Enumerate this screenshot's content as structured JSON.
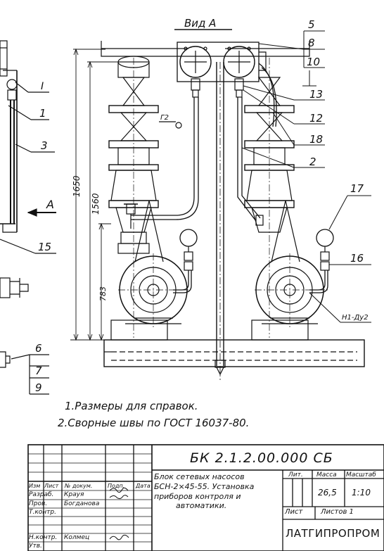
{
  "view_title": "Вид А",
  "dimensions": {
    "d1650": "1650",
    "d1560": "1560",
    "d783": "783"
  },
  "section_mark": "А",
  "callouts": {
    "c5": "5",
    "c8": "8",
    "c10": "10",
    "c13": "13",
    "c12": "12",
    "c18": "18",
    "c2": "2",
    "c17": "17",
    "c16": "16",
    "c1": "1",
    "c3": "3",
    "c15": "15",
    "c6": "6",
    "c7": "7",
    "c9": "9",
    "cI": "I"
  },
  "pipe_labels": {
    "g2": "Г2",
    "h1": "Н1-Ду2"
  },
  "notes": {
    "n1": "1.Размеры для справок.",
    "n2": "2.Сворные швы по ГОСТ 16037-80."
  },
  "title_block": {
    "designation": "БК 2.1.2.00.000 СБ",
    "name_lines": [
      "Блок сетевых насосов",
      "БСН-2×45-55. Установка",
      "приборов контроля и",
      "автоматики."
    ],
    "header": {
      "izm": "Изм",
      "list": "Лист",
      "ndoc": "№ докум.",
      "podp": "Подп.",
      "data": "Дата"
    },
    "rows": [
      {
        "role": "Разраб.",
        "name": "Крауя"
      },
      {
        "role": "Пров.",
        "name": "Богданова"
      },
      {
        "role": "Т.контр.",
        "name": ""
      },
      {
        "role": "Н.контр.",
        "name": "Колмец"
      },
      {
        "role": "Утв.",
        "name": ""
      }
    ],
    "lit_label": "Лит.",
    "mass_label": "Масса",
    "scale_label": "Масштаб",
    "mass": "26,5",
    "scale": "1:10",
    "sheet_label": "Лист",
    "sheets_label": "Листов 1",
    "org": "ЛАТГИПРОПРОМ"
  }
}
